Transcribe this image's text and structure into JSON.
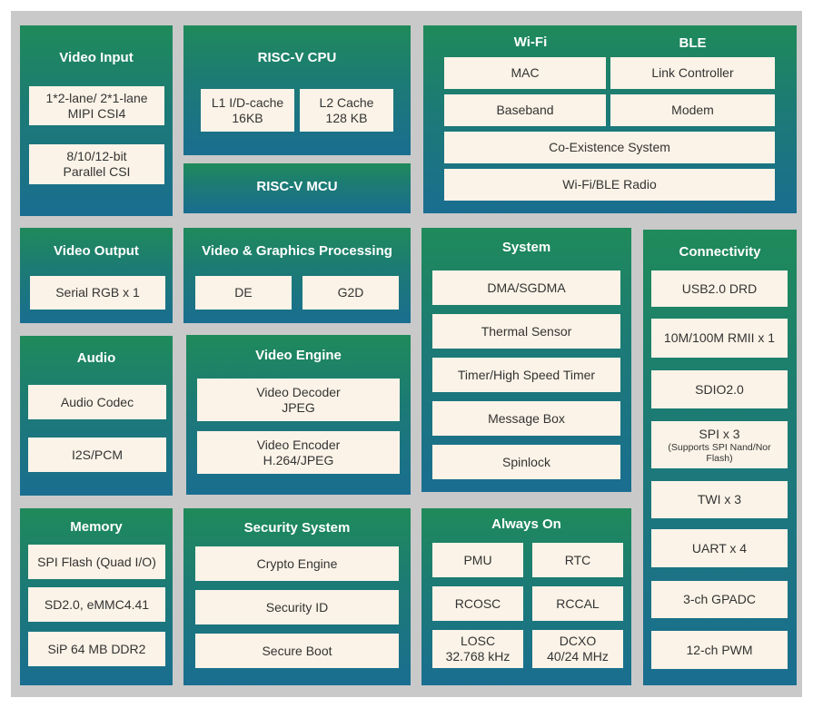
{
  "video_input": {
    "title": "Video Input",
    "items": [
      {
        "line1": "1*2-lane/ 2*1-lane",
        "line2": "MIPI CSI4"
      },
      {
        "line1": "8/10/12-bit",
        "line2": "Parallel CSI"
      }
    ]
  },
  "risc_v_cpu": {
    "title": "RISC-V CPU",
    "items": [
      {
        "line1": "L1 I/D-cache",
        "line2": "16KB"
      },
      {
        "line1": "L2 Cache",
        "line2": "128 KB"
      }
    ]
  },
  "risc_v_mcu": {
    "title": "RISC-V MCU"
  },
  "wifi_ble": {
    "title_wifi": "Wi-Fi",
    "title_ble": "BLE",
    "items": [
      "MAC",
      "Link Controller",
      "Baseband",
      "Modem",
      "Co-Existence System",
      "Wi-Fi/BLE Radio"
    ]
  },
  "video_output": {
    "title": "Video Output",
    "items": [
      "Serial RGB x 1"
    ]
  },
  "video_graphics": {
    "title": "Video & Graphics Processing",
    "items": [
      "DE",
      "G2D"
    ]
  },
  "system": {
    "title": "System",
    "items": [
      "DMA/SGDMA",
      "Thermal Sensor",
      "Timer/High Speed Timer",
      "Message Box",
      "Spinlock"
    ]
  },
  "connectivity": {
    "title": "Connectivity",
    "items": [
      "USB2.0 DRD",
      "10M/100M RMII x 1",
      "SDIO2.0",
      "SPI x 3",
      "TWI x 3",
      "UART x 4",
      "3-ch GPADC",
      "12-ch PWM"
    ],
    "spi_note": "(Supports SPI Nand/Nor",
    "spi_note2": "Flash)"
  },
  "audio": {
    "title": "Audio",
    "items": [
      "Audio Codec",
      "I2S/PCM"
    ]
  },
  "video_engine": {
    "title": "Video Engine",
    "items": [
      {
        "line1": "Video Decoder",
        "line2": "JPEG"
      },
      {
        "line1": "Video Encoder",
        "line2": "H.264/JPEG"
      }
    ]
  },
  "memory": {
    "title": "Memory",
    "items": [
      "SPI Flash (Quad I/O)",
      "SD2.0, eMMC4.41",
      "SiP 64 MB DDR2"
    ]
  },
  "security": {
    "title": "Security System",
    "items": [
      "Crypto Engine",
      "Security ID",
      "Secure Boot"
    ]
  },
  "always_on": {
    "title": "Always On",
    "items": [
      {
        "line1": "PMU"
      },
      {
        "line1": "RTC"
      },
      {
        "line1": "RCOSC"
      },
      {
        "line1": "RCCAL"
      },
      {
        "line1": "LOSC",
        "line2": "32.768 kHz"
      },
      {
        "line1": "DCXO",
        "line2": "40/24 MHz"
      }
    ]
  }
}
